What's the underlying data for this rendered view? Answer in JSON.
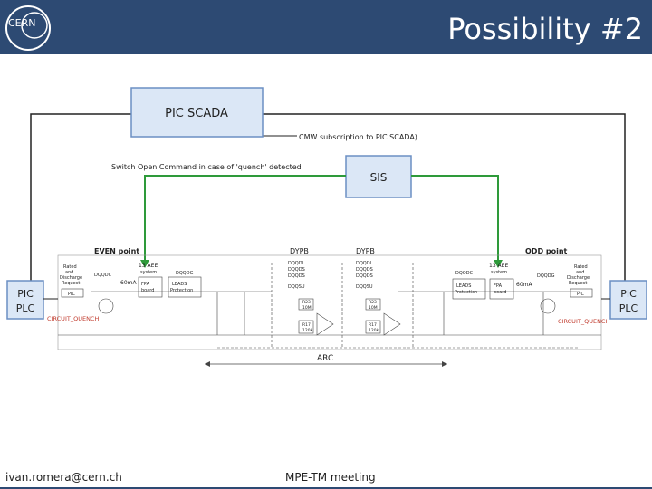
{
  "header": {
    "title": "Possibility #2",
    "logo_text": "CERN",
    "bg_color": "#2d4a73"
  },
  "diagram": {
    "pic_scada": "PIC SCADA",
    "cmw_note": "CMW subscription to PIC SCADA)",
    "switch_note": "Switch Open Command in case of 'quench' detected",
    "sis": "SIS",
    "pic_plc_left": [
      "PIC",
      "PLC"
    ],
    "pic_plc_right": [
      "PIC",
      "PLC"
    ],
    "circuit_quench_left": "CIRCUIT_QUENCH",
    "circuit_quench_right": "CIRCUIT_QUENCH",
    "even_point": "EVEN point",
    "odd_point": "ODD point",
    "dypb_left": "DYPB",
    "dypb_right": "DYPB",
    "arc": "ARC",
    "aee_left": [
      "13 AEE",
      "system"
    ],
    "aee_right": [
      "13 AEE",
      "system"
    ],
    "rated_left": [
      "Rated",
      "and",
      "Discharge",
      "Request"
    ],
    "rated_right": [
      "Rated",
      "and",
      "Discharge",
      "Request"
    ],
    "pic_small": "PIC",
    "dqqdc": "DQQDC",
    "dqqdg": "DQQDG",
    "ma_left": "60mA",
    "ma_right": "60mA",
    "fpa_board": [
      "FPA",
      "board"
    ],
    "leads_protection": [
      "LEADS",
      "Protection"
    ],
    "dq_left": [
      "DQQDI",
      "DQQDS",
      "DQQDS",
      "DQQSU"
    ],
    "dq_right": [
      "DQQDI",
      "DQQDS",
      "DQQDS",
      "DQQSU"
    ],
    "r23": [
      "R23",
      "10M"
    ],
    "r17": [
      "R17",
      "120k"
    ],
    "colors": {
      "green": "#2e9a3a",
      "box_fill": "#dbe7f6",
      "box_border": "#6b8fc4",
      "red": "#c0392b"
    }
  },
  "footer": {
    "author": "ivan.romera@cern.ch",
    "meeting": "MPE-TM meeting"
  }
}
